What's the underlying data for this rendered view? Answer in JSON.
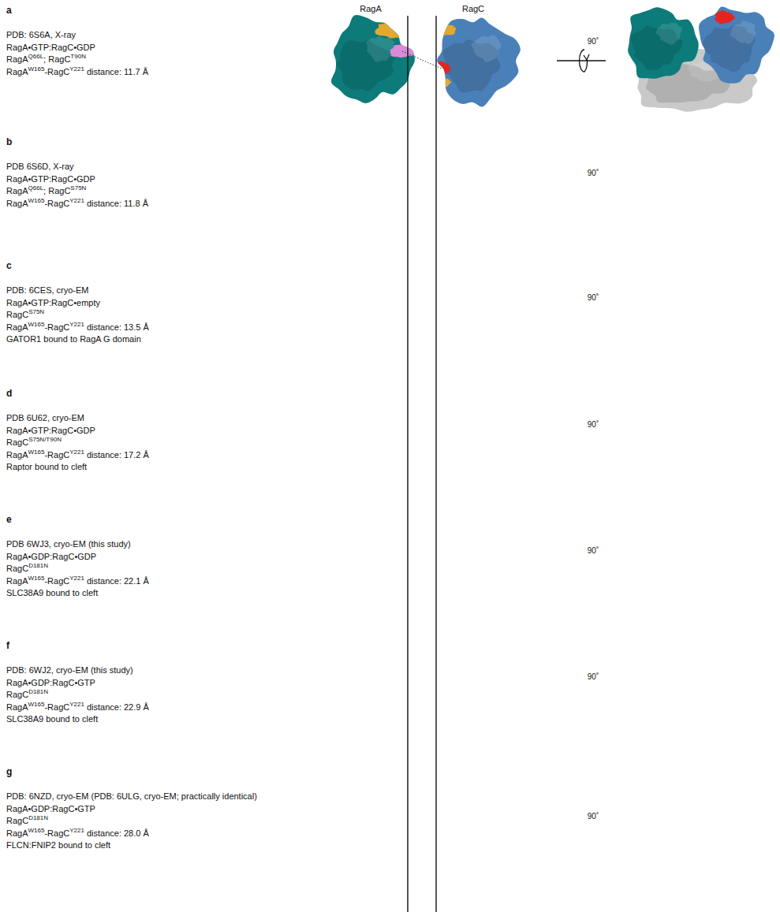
{
  "diagram": {
    "labels": [
      "RagA",
      "RagC",
      "a",
      "PDB: 6S6A, X-ray",
      "RagA•GTP:RagC•GDP",
      "RagA",
      "Q66L",
      "; RagC",
      "T90N",
      "RagA",
      "W165",
      "-RagC",
      "Y221",
      "distance: 11.7 Å",
      "90˚",
      "b",
      "PDB 6S6D, X-ray",
      "RagA•GTP:RagC•GDP",
      "RagA",
      "Q66L",
      "; RagC",
      "S75N",
      "RagA",
      "W165",
      "-RagC",
      "Y221",
      "distance: 11.8 Å",
      "90˚",
      "c",
      "PDB: 6CES, cryo-EM",
      "RagA•GTP:RagC•empty",
      "RagC",
      "S75N",
      "RagA",
      "W165",
      "-RagC",
      "Y221",
      "distance: 13.5 Å",
      "GATOR1 bound to RagA G domain",
      "90˚",
      "d",
      "PDB 6U62, cryo-EM",
      "RagA•GTP:RagC•GDP",
      "RagC",
      "S75N/T90N",
      "RagA",
      "W165",
      "-RagC",
      "Y221",
      "distance: 17.2 Å",
      "Raptor bound to cleft",
      "90˚",
      "e",
      "PDB 6WJ3, cryo-EM (this study)",
      "RagA•GDP:RagC•GDP",
      "RagC",
      "D181N",
      "RagA",
      "W165",
      "-RagC",
      "Y221",
      "distance: 22.1 Å",
      "SLC38A9 bound to cleft",
      "90˚",
      "f",
      "PDB: 6WJ2, cryo-EM (this study)",
      "RagA•GDP:RagC•GTP",
      "RagC",
      "D181N",
      "RagA",
      "W165",
      "-RagC",
      "Y221",
      "distance: 22.9 Å",
      "SLC38A9 bound to cleft",
      "90˚",
      "g",
      "PDB: 6NZD, cryo-EM (PDB: 6ULG, cryo-EM; practically identical)",
      "RagA•GDP:RagC•GTP",
      "RagC",
      "D181N",
      "RagA",
      "W165",
      "-RagC",
      "Y221",
      "distance: 28.0 Å",
      "FLCN:FNIP2 bound to cleft",
      "90˚"
    ]
  }
}
